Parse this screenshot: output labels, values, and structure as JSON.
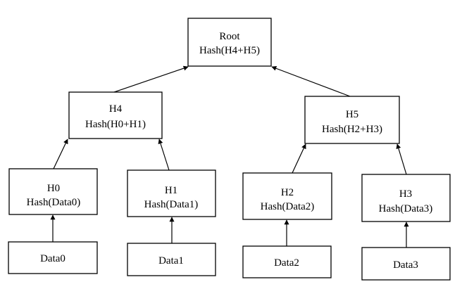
{
  "diagram": {
    "type": "merkle-tree",
    "nodes": {
      "root": {
        "line1": "Root",
        "line2": "Hash(H4+H5)"
      },
      "h4": {
        "line1": "H4",
        "line2": "Hash(H0+H1)"
      },
      "h5": {
        "line1": "H5",
        "line2": "Hash(H2+H3)"
      },
      "h0": {
        "line1": "H0",
        "line2": "Hash(Data0)"
      },
      "h1": {
        "line1": "H1",
        "line2": "Hash(Data1)"
      },
      "h2": {
        "line1": "H2",
        "line2": "Hash(Data2)"
      },
      "h3": {
        "line1": "H3",
        "line2": "Hash(Data3)"
      },
      "data0": {
        "label": "Data0"
      },
      "data1": {
        "label": "Data1"
      },
      "data2": {
        "label": "Data2"
      },
      "data3": {
        "label": "Data3"
      }
    },
    "edges": [
      {
        "from": "h4",
        "to": "root"
      },
      {
        "from": "h5",
        "to": "root"
      },
      {
        "from": "h0",
        "to": "h4"
      },
      {
        "from": "h1",
        "to": "h4"
      },
      {
        "from": "h2",
        "to": "h5"
      },
      {
        "from": "h3",
        "to": "h5"
      },
      {
        "from": "data0",
        "to": "h0"
      },
      {
        "from": "data1",
        "to": "h1"
      },
      {
        "from": "data2",
        "to": "h2"
      },
      {
        "from": "data3",
        "to": "h3"
      }
    ]
  }
}
